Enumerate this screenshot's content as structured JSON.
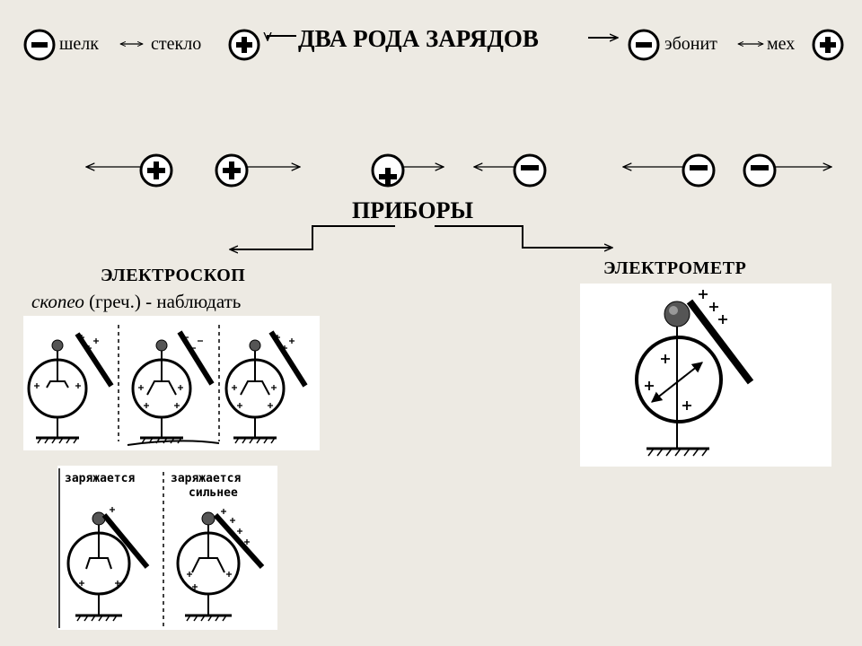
{
  "header": {
    "title": "ДВА РОДА ЗАРЯДОВ",
    "left_pair": {
      "first": "шелк",
      "second": "стекло"
    },
    "right_pair": {
      "first": "эбонит",
      "second": "мех"
    }
  },
  "charge_signs": {
    "plus": "+",
    "minus": "−"
  },
  "section": {
    "title": "ПРИБОРЫ"
  },
  "electroscope": {
    "label": "ЭЛЕКТРОСКОП",
    "etymology_word": "скопео",
    "etymology_rest": " (греч.) - наблюдать"
  },
  "electrometer": {
    "label": "ЭЛЕКТРОМЕТР"
  },
  "charging_panels": {
    "left": "заряжается",
    "right_line1": "заряжается",
    "right_line2": "сильнее"
  },
  "colors": {
    "background": "#edeae3",
    "ink": "#000000",
    "panel": "#ffffff"
  }
}
